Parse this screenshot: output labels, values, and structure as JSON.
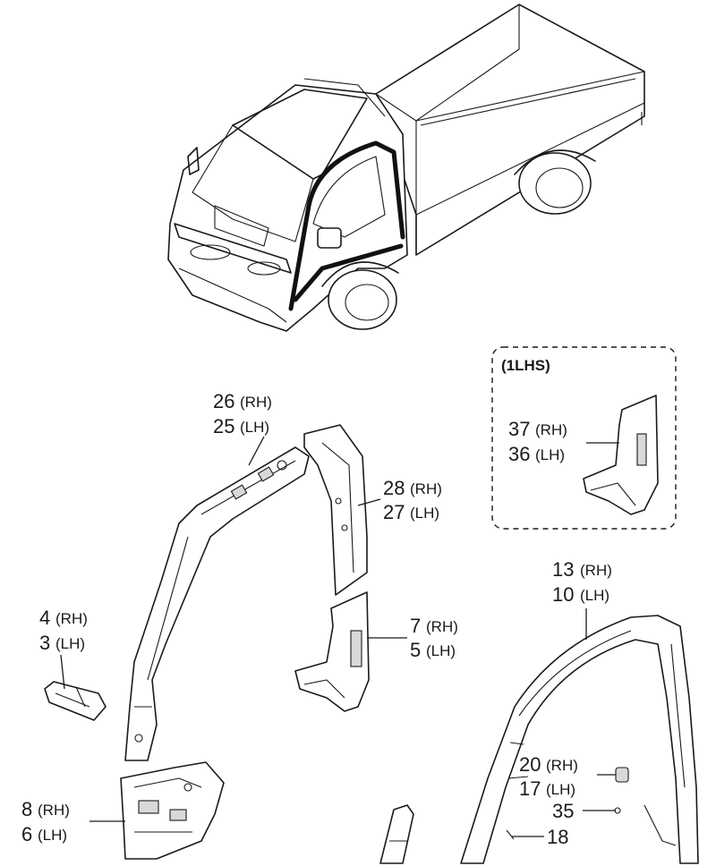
{
  "variant_box": {
    "title": "(1LHS)"
  },
  "callouts": {
    "c26": {
      "num": "26",
      "suffix": "(RH)"
    },
    "c25": {
      "num": "25",
      "suffix": "(LH)"
    },
    "c28": {
      "num": "28",
      "suffix": "(RH)"
    },
    "c27": {
      "num": "27",
      "suffix": "(LH)"
    },
    "c37": {
      "num": "37",
      "suffix": "(RH)"
    },
    "c36": {
      "num": "36",
      "suffix": "(LH)"
    },
    "c13": {
      "num": "13",
      "suffix": "(RH)"
    },
    "c10": {
      "num": "10",
      "suffix": "(LH)"
    },
    "c4": {
      "num": "4",
      "suffix": "(RH)"
    },
    "c3": {
      "num": "3",
      "suffix": "(LH)"
    },
    "c7": {
      "num": "7",
      "suffix": "(RH)"
    },
    "c5": {
      "num": "5",
      "suffix": "(LH)"
    },
    "c20": {
      "num": "20",
      "suffix": "(RH)"
    },
    "c17": {
      "num": "17",
      "suffix": "(LH)"
    },
    "c35": {
      "num": "35"
    },
    "c18": {
      "num": "18"
    },
    "c8": {
      "num": "8",
      "suffix": "(RH)"
    },
    "c6": {
      "num": "6",
      "suffix": "(LH)"
    }
  }
}
